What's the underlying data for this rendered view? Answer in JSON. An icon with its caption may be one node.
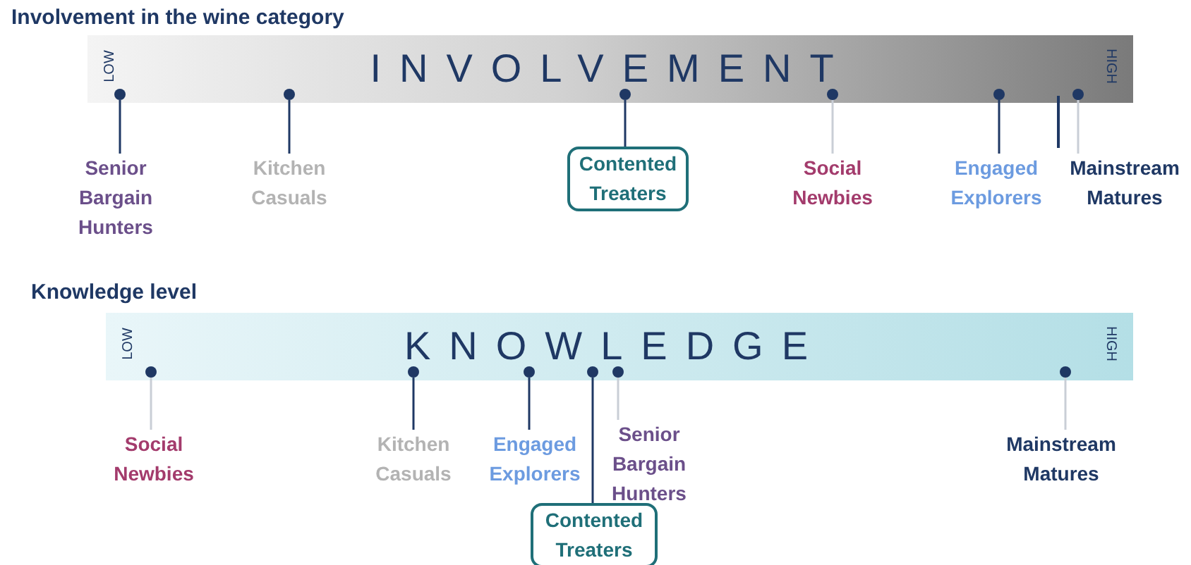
{
  "diagram": {
    "nodes": [
      {
        "text": [
          "INVOLVEMENT",
          "LOW",
          "HIGH"
        ]
      },
      {
        "text": [],
        "shape": "circle",
        "in": 0
      },
      {
        "text": [],
        "shape": "circle",
        "in": 0
      },
      {
        "text": [],
        "shape": "circle",
        "in": 0
      },
      {
        "text": [],
        "shape": "circle",
        "in": 0
      },
      {
        "text": [],
        "shape": "circle",
        "in": 0
      },
      {
        "text": [],
        "shape": "circle",
        "in": 0
      },
      {
        "text": [
          "Senior Bargain Hunters"
        ]
      },
      {
        "text": [
          "Kitchen Casuals"
        ]
      },
      {
        "text": [
          "Contented Treaters"
        ]
      },
      {
        "text": [
          "Social Newbies"
        ]
      },
      {
        "text": [
          "Engaged Explorers"
        ]
      },
      {
        "text": [
          "Mainstream Matures"
        ]
      },
      {
        "text": [
          "KNOWLEDGE",
          "LOW",
          "HIGH"
        ]
      },
      {
        "text": [],
        "shape": "circle",
        "in": 13
      },
      {
        "text": [],
        "shape": "circle",
        "in": 13
      },
      {
        "text": [],
        "shape": "circle",
        "in": 13
      },
      {
        "text": [],
        "shape": "circle",
        "in": 13
      },
      {
        "text": [],
        "shape": "circle",
        "in": 13
      },
      {
        "text": [],
        "shape": "circle",
        "in": 13
      },
      {
        "text": [
          "Social Newbies"
        ]
      },
      {
        "text": [
          "Kitchen Casuals"
        ]
      },
      {
        "text": [
          "Engaged Explorers"
        ]
      },
      {
        "text": [
          "Senior Bargain Hunters"
        ]
      },
      {
        "text": [
          "Contented Treaters"
        ]
      },
      {
        "text": [
          "Mainstream Matures"
        ]
      }
    ],
    "edges": [
      {
        "from": 7,
        "to": 1,
        "arrow": "none"
      },
      {
        "from": 8,
        "to": 2,
        "arrow": "none"
      },
      {
        "from": 9,
        "to": 3,
        "arrow": "none"
      },
      {
        "from": 10,
        "to": 4,
        "arrow": "none",
        "color": "#c9ced6"
      },
      {
        "from": 11,
        "to": 5,
        "arrow": "none"
      },
      {
        "from": 12,
        "to": 6,
        "arrow": "none",
        "color": "#c9ced6"
      },
      {
        "from": 20,
        "to": 14,
        "arrow": "none",
        "color": "#c9ced6"
      },
      {
        "from": 21,
        "to": 15,
        "arrow": "none"
      },
      {
        "from": 22,
        "to": 16,
        "arrow": "none"
      },
      {
        "from": 24,
        "to": 17,
        "arrow": "none"
      },
      {
        "from": 23,
        "to": 18,
        "arrow": "none",
        "color": "#c9ced6"
      },
      {
        "from": 25,
        "to": 19,
        "arrow": "none",
        "color": "#c9ced6"
      }
    ],
    "labels": [
      "Involvement in the wine category",
      "Knowledge level"
    ]
  }
}
